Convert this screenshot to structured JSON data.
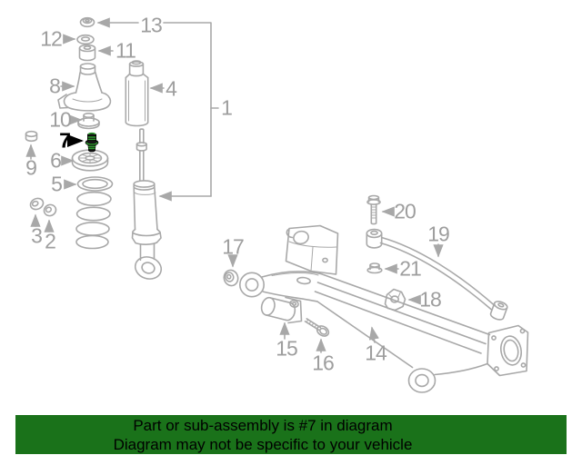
{
  "banner": {
    "line1": "Part or sub-assembly is #7 in diagram",
    "line2": "Diagram may not be specific to your vehicle",
    "bg_color": "#1a721a",
    "text_color": "#000000"
  },
  "diagram": {
    "type": "exploded-parts-diagram",
    "subject": "rear-suspension",
    "highlighted_part": "7",
    "line_color": "#a8a8a8",
    "label_color": "#9e9e9e",
    "highlight_color": "#2f9e2f",
    "callouts": [
      {
        "label": "1"
      },
      {
        "label": "2"
      },
      {
        "label": "3"
      },
      {
        "label": "4"
      },
      {
        "label": "5"
      },
      {
        "label": "6"
      },
      {
        "label": "7"
      },
      {
        "label": "8"
      },
      {
        "label": "9"
      },
      {
        "label": "10"
      },
      {
        "label": "11"
      },
      {
        "label": "12"
      },
      {
        "label": "13"
      },
      {
        "label": "14"
      },
      {
        "label": "15"
      },
      {
        "label": "16"
      },
      {
        "label": "17"
      },
      {
        "label": "18"
      },
      {
        "label": "19"
      },
      {
        "label": "20"
      },
      {
        "label": "21"
      }
    ]
  }
}
